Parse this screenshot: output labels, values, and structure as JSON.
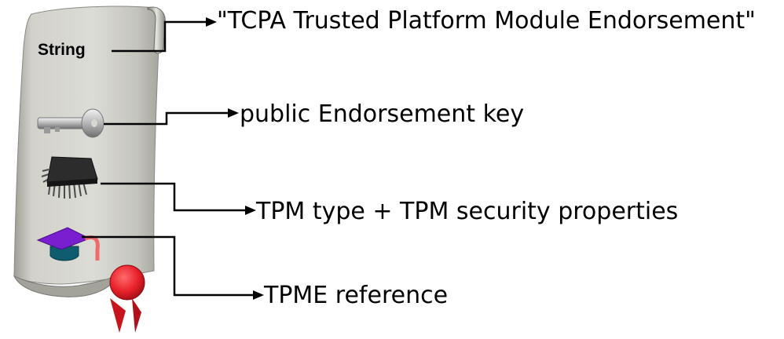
{
  "scroll": {
    "label": "String"
  },
  "items": [
    {
      "label": "\"TCPA Trusted Platform Module Endorsement\"",
      "icon": "string-text-icon"
    },
    {
      "label": "public Endorsement key",
      "icon": "key-icon"
    },
    {
      "label": "TPM type + TPM security properties",
      "icon": "chip-icon"
    },
    {
      "label": "TPME reference",
      "icon": "graduation-cap-icon"
    }
  ],
  "colors": {
    "scroll": "#c9c9c2",
    "scroll_shadow": "#8f8f88",
    "cap": "#7a1fd0",
    "cap_base": "#0f5c6e",
    "tassel": "#f06a6a",
    "seal": "#e8202a",
    "arrow": "#000000"
  }
}
